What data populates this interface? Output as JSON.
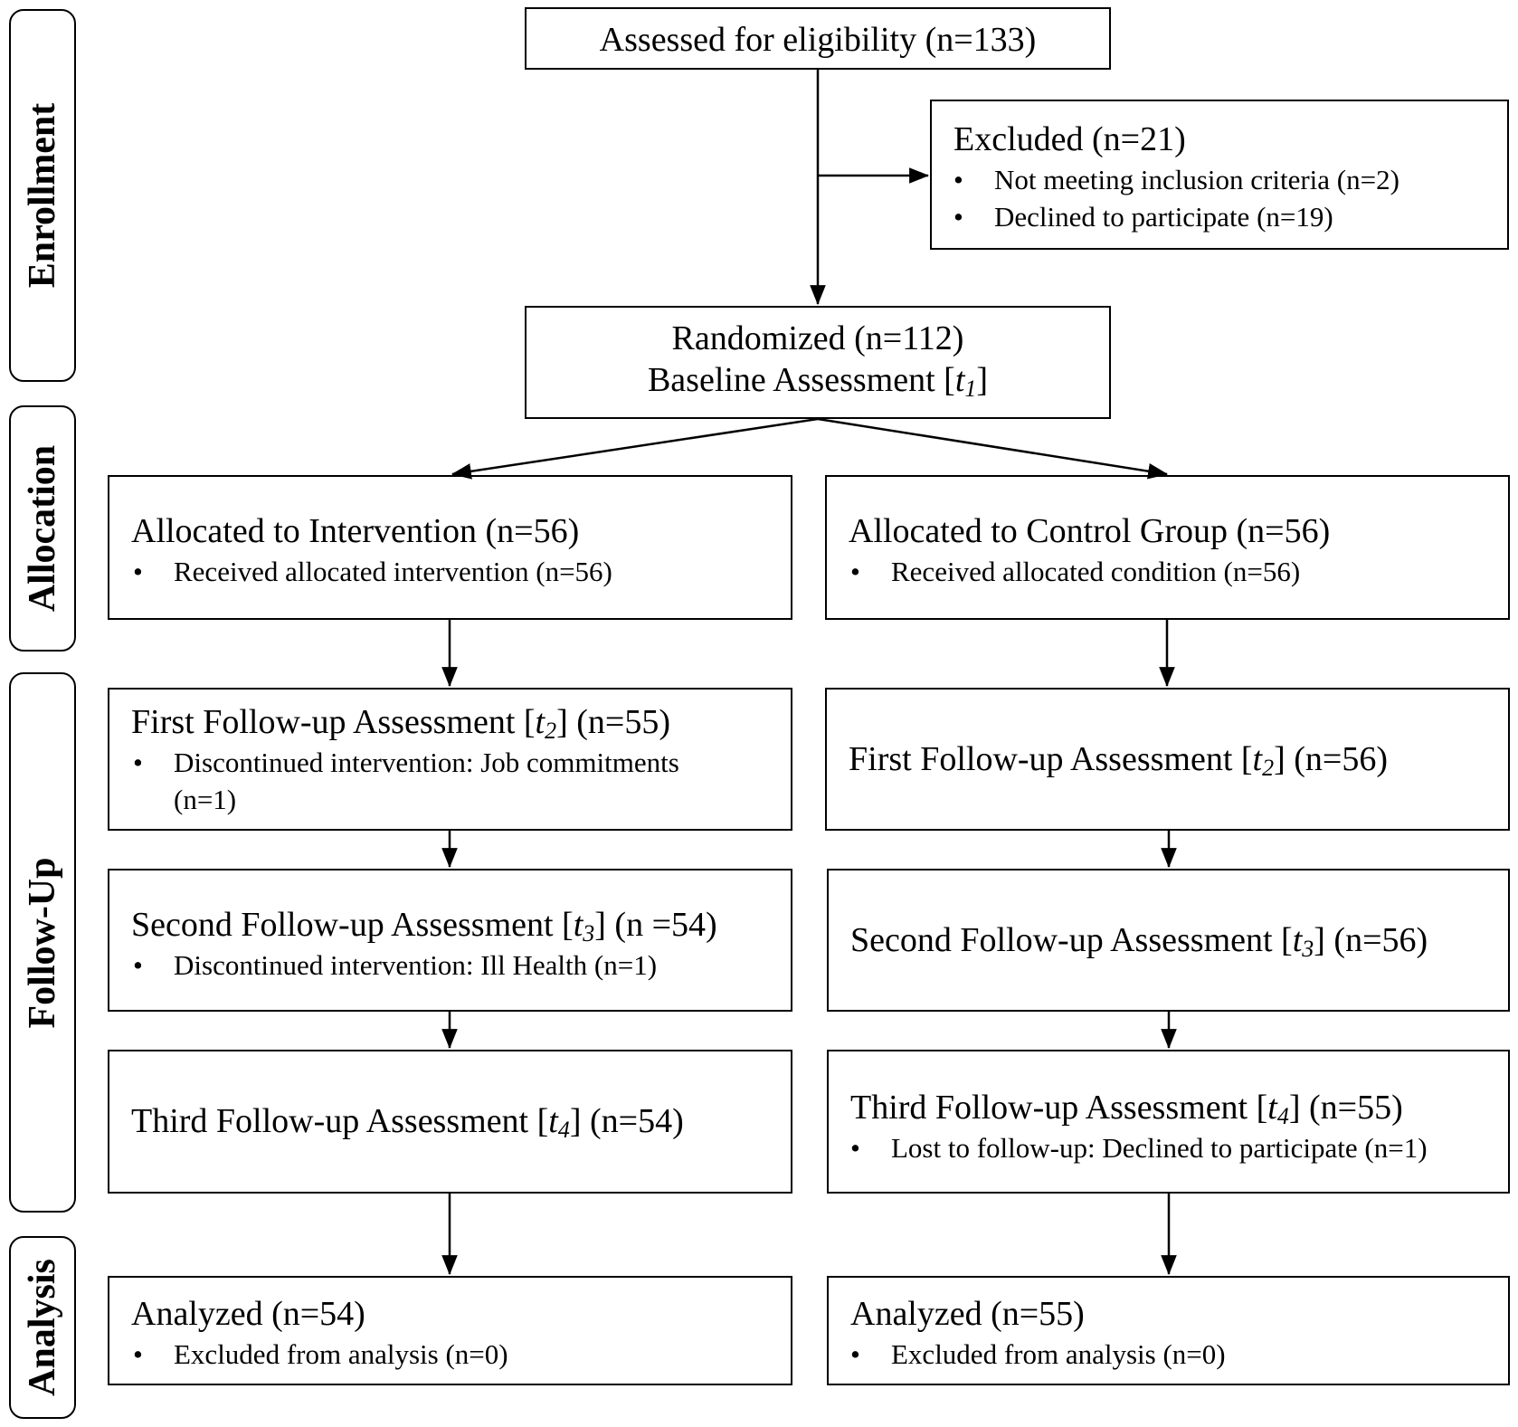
{
  "phases": {
    "enrollment": "Enrollment",
    "allocation": "Allocation",
    "follow_up": "Follow-Up",
    "analysis": "Analysis"
  },
  "assessed": {
    "title": "Assessed for eligibility  (n=133)"
  },
  "excluded": {
    "title": "Excluded  (n=21)",
    "items": [
      "Not meeting inclusion criteria (n=2)",
      "Declined to participate (n=19)"
    ]
  },
  "randomized": {
    "line1": "Randomized (n=112)",
    "line2_prefix": "Baseline Assessment [",
    "line2_var": "t",
    "line2_sub": "1",
    "line2_suffix": "]"
  },
  "intervention": {
    "allocated": {
      "title": "Allocated to Intervention (n=56)",
      "items": [
        "Received allocated intervention (n=56)"
      ]
    },
    "fu1": {
      "prefix": "First Follow-up Assessment [",
      "var": "t",
      "sub": "2",
      "suffix": "] (n=55)",
      "items": [
        "Discontinued intervention: Job commitments (n=1)"
      ]
    },
    "fu2": {
      "prefix": "Second Follow-up Assessment [",
      "var": "t",
      "sub": "3",
      "suffix": "] (n =54)",
      "items": [
        "Discontinued intervention: Ill Health (n=1)"
      ]
    },
    "fu3": {
      "prefix": "Third Follow-up Assessment [",
      "var": "t",
      "sub": "4",
      "suffix": "] (n=54)"
    },
    "analyzed": {
      "title": "Analyzed (n=54)",
      "items": [
        "Excluded from analysis (n=0)"
      ]
    }
  },
  "control": {
    "allocated": {
      "title": "Allocated to Control Group (n=56)",
      "items": [
        "Received allocated condition (n=56)"
      ]
    },
    "fu1": {
      "prefix": "First Follow-up Assessment [",
      "var": "t",
      "sub": "2",
      "suffix": "] (n=56)"
    },
    "fu2": {
      "prefix": "Second Follow-up Assessment [",
      "var": "t",
      "sub": "3",
      "suffix": "] (n=56)"
    },
    "fu3": {
      "prefix": "Third Follow-up Assessment [",
      "var": "t",
      "sub": "4",
      "suffix": "] (n=55)",
      "items": [
        "Lost to follow-up: Declined to participate (n=1)"
      ]
    },
    "analyzed": {
      "title": "Analyzed (n=55)",
      "items": [
        "Excluded from analysis (n=0)"
      ]
    }
  }
}
